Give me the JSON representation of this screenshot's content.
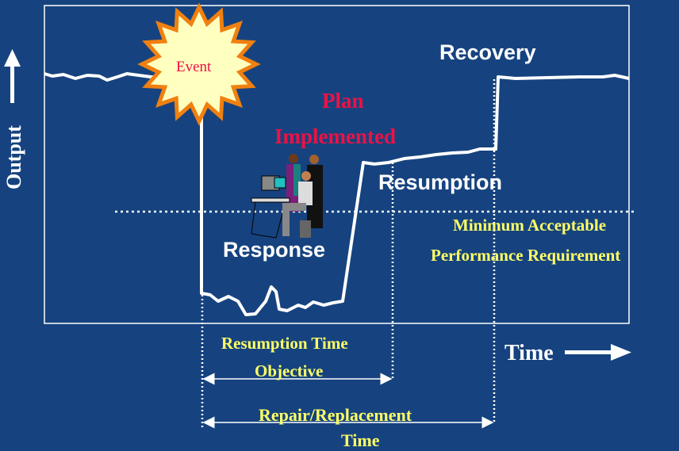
{
  "labels": {
    "event": "Event",
    "recovery": "Recovery",
    "plan_line1": "Plan",
    "plan_line2": "Implemented",
    "resumption": "Resumption",
    "response": "Response",
    "min_line1": "Minimum Acceptable",
    "min_line2": "Performance Requirement",
    "rto_line1": "Resumption Time",
    "rto_line2": "Objective",
    "rrt_line1": "Repair/Replacement",
    "rrt_line2": "Time",
    "time_axis": "Time",
    "output_axis": "Output"
  },
  "colors": {
    "background": "#16437f",
    "line": "#ffffff",
    "event_fill": "#ffffc0",
    "event_stroke": "#f08010",
    "event_text": "#ee1144",
    "plan_text": "#ee1144",
    "caption_text": "#ffff66"
  },
  "icons": {
    "clipart": "people-at-computer-icon",
    "time_arrow": "arrow-right-icon",
    "output_arrow": "arrow-up-icon"
  }
}
